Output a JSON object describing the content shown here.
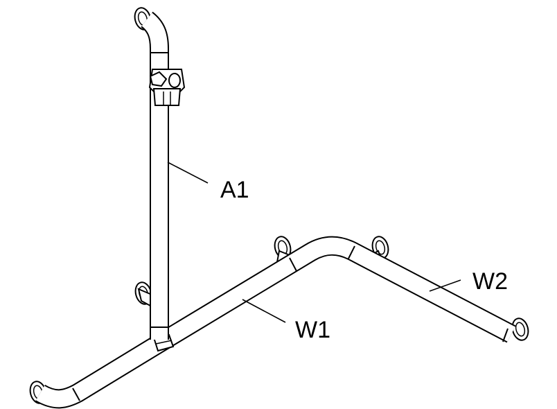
{
  "labels": {
    "a1": "A1",
    "w1": "W1",
    "w2": "W2"
  },
  "colors": {
    "stroke": "#000000",
    "background": "#ffffff"
  }
}
